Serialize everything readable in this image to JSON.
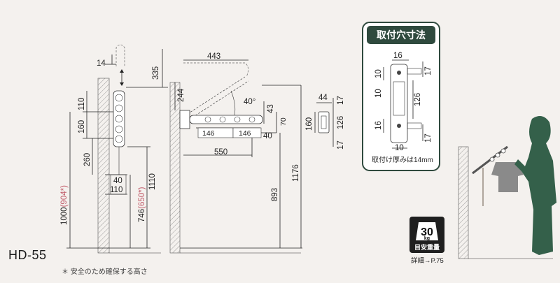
{
  "model": "HD-55",
  "footnote": "＊ 安全のため確保する高さ",
  "mount_hole": {
    "title": "取付穴寸法",
    "note": "取付け厚みは14mm",
    "dims": {
      "top_16": "16",
      "left_10a": "10",
      "left_10b": "10",
      "left_16": "16",
      "center_126": "126",
      "bottom_10": "10",
      "right_17a": "17",
      "right_17b": "17"
    }
  },
  "front_view": {
    "d14": "14",
    "d335": "335",
    "d110a": "110",
    "d160": "160",
    "d260": "260",
    "d1000": "1000",
    "d1000_note": "(904*)",
    "d40": "40",
    "d110b": "110",
    "d1110": "1110",
    "d746": "746",
    "d746_note": "(650*)"
  },
  "side_view": {
    "d443": "443",
    "d244": "244",
    "angle": "40°",
    "d43": "43",
    "d70": "70",
    "d146a": "146",
    "d146b": "146",
    "d40": "40",
    "d550": "550",
    "d893": "893",
    "d1176": "1176"
  },
  "bracket_view": {
    "d44": "44",
    "d17a": "17",
    "d126": "126",
    "d17b": "17",
    "d160": "160"
  },
  "badge": {
    "value": "30",
    "unit": "kg",
    "label": "目安重量",
    "caption": "詳細→P.75"
  },
  "colors": {
    "accent": "#2f4a3e",
    "note": "#c05a68",
    "silhouette": "#34604a"
  }
}
